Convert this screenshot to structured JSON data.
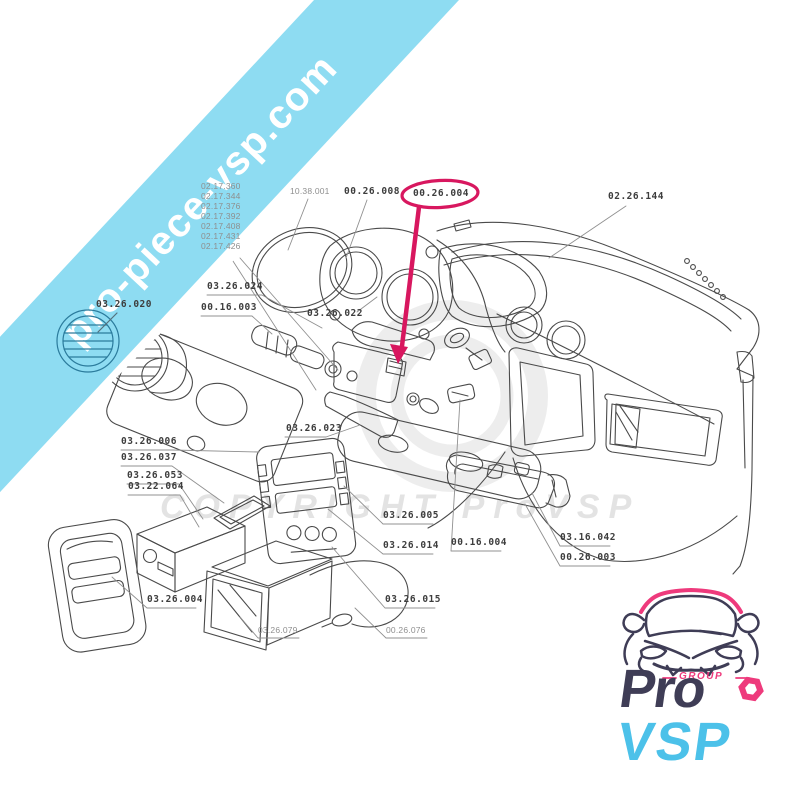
{
  "banner": {
    "text": "pro-piece-vsp.com"
  },
  "watermark": {
    "text": "COPYRIGHT ProVSP"
  },
  "highlight": {
    "part": "00.26.004",
    "color": "#d8175f"
  },
  "parts": {
    "stack": [
      "02.17.360",
      "02.17.344",
      "02.17.376",
      "02.17.392",
      "02.17.408",
      "02.17.431",
      "02.17.426"
    ],
    "p10_38_001": "10.38.001",
    "p00_26_008": "00.26.008",
    "p00_26_004": "00.26.004",
    "p02_26_144": "02.26.144",
    "p03_26_024": "03.26.024",
    "p00_16_003": "00.16.003",
    "p03_26_022": "03.26.022",
    "p03_26_020": "03.26.020",
    "p03_26_023": "03.26.023",
    "p03_26_006": "03.26.006",
    "p03_26_037": "03.26.037",
    "p03_26_053": "03.26.053",
    "p03_22_064": "03.22.064",
    "p03_26_005": "03.26.005",
    "p03_26_014": "03.26.014",
    "p00_16_004": "00.16.004",
    "p03_16_042": "03.16.042",
    "p00_26_003": "00.26.003",
    "p03_26_004": "03.26.004",
    "p03_26_015": "03.26.015",
    "p03_26_079": "03.26.079",
    "p00_26_076": "00.26.076"
  },
  "logo": {
    "group": "GROUP",
    "pro": "Pro",
    "vsp": "VSP"
  },
  "colors": {
    "banner_blue": "#8edcf2",
    "highlight_pink": "#d8175f",
    "line_gray": "#4a4a4a",
    "logo_navy": "#3f3d56",
    "logo_pink": "#ee3a7c",
    "logo_blue": "#4cc1e9"
  }
}
